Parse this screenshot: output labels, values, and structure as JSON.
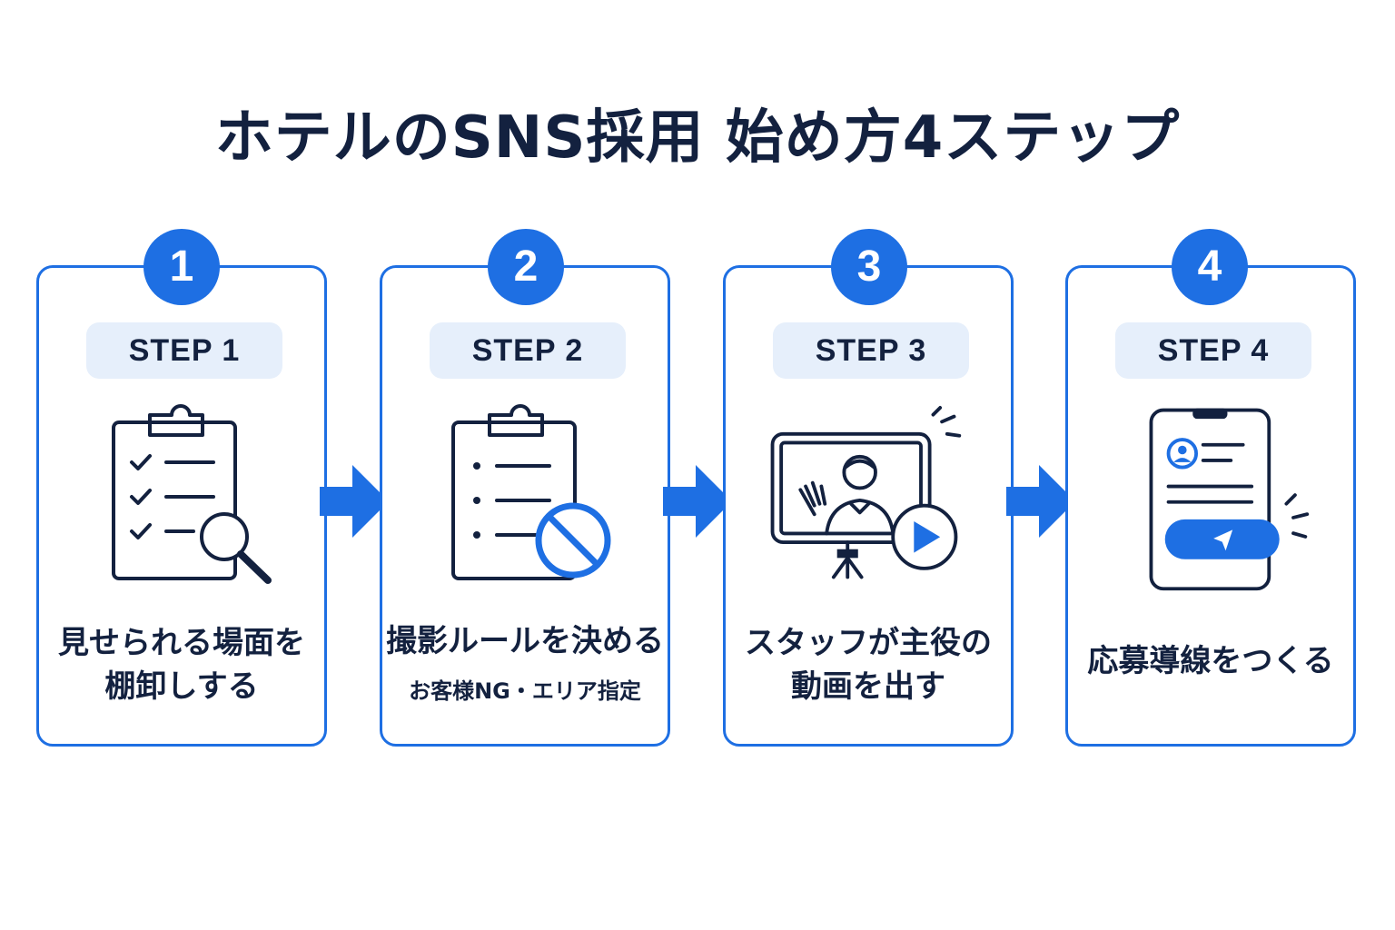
{
  "title": "ホテルのSNS採用 始め方4ステップ",
  "steps": [
    {
      "number": "1",
      "label": "STEP 1",
      "line1": "見せられる場面を",
      "line2": "棚卸しする",
      "icon": "clipboard-search-icon"
    },
    {
      "number": "2",
      "label": "STEP 2",
      "line1": "撮影ルールを決める",
      "line2": "お客様NG・エリア指定",
      "icon": "clipboard-prohibited-icon"
    },
    {
      "number": "3",
      "label": "STEP 3",
      "line1": "スタッフが主役の",
      "line2": "動画を出す",
      "icon": "video-tripod-icon"
    },
    {
      "number": "4",
      "label": "STEP 4",
      "line1": "応募導線をつくる",
      "line2": "",
      "icon": "phone-apply-icon"
    }
  ],
  "colors": {
    "accent": "#1e6fe3",
    "navy": "#13213f",
    "pill": "#e6effb"
  }
}
